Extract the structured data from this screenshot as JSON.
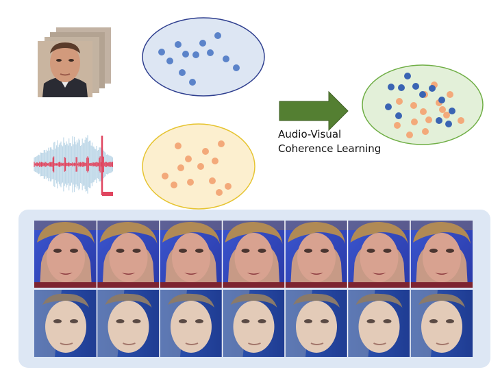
{
  "arrow_label": {
    "line1": "Audio-Visual",
    "line2": "Coherence Learning"
  },
  "colors": {
    "visual_cluster_fill": "#dde6f3",
    "visual_cluster_stroke": "#2f3f8f",
    "visual_point": "#5b83c9",
    "audio_cluster_fill": "#fcefcf",
    "audio_cluster_stroke": "#e6c431",
    "audio_point": "#f3a97a",
    "joint_cluster_fill": "#e3f0d9",
    "joint_cluster_stroke": "#6fae45",
    "joint_blue_point": "#3a64b3",
    "arrow": "#547f32",
    "waveform_blue": "#bfd8e8",
    "waveform_red": "#e0455f",
    "strip_panel": "#dde7f4",
    "video_bg": "#3a4fc4"
  },
  "strips": {
    "top_frames": 7,
    "bottom_frames": 7
  }
}
